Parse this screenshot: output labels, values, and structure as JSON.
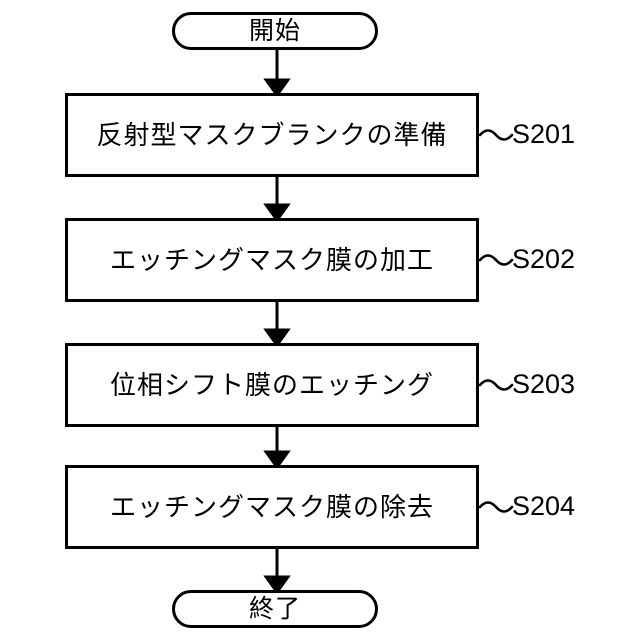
{
  "diagram": {
    "title": "reflective mask manufacturing process flowchart",
    "language": "ja",
    "background_color": "#ffffff",
    "line_color": "#000000",
    "terminals": {
      "start": {
        "label": "開始",
        "shape": "rounded-terminal"
      },
      "end": {
        "label": "終了",
        "shape": "rounded-terminal"
      }
    },
    "steps": [
      {
        "id": "S201",
        "label": "反射型マスクブランクの準備",
        "ref": "S201",
        "connector": "tilde"
      },
      {
        "id": "S202",
        "label": "エッチングマスク膜の加工",
        "ref": "S202",
        "connector": "tilde"
      },
      {
        "id": "S203",
        "label": "位相シフト膜のエッチング",
        "ref": "S203",
        "connector": "tilde"
      },
      {
        "id": "S204",
        "label": "エッチングマスク膜の除去",
        "ref": "S204",
        "connector": "tilde"
      }
    ],
    "connectors": [
      {
        "name": "arrow-start-to-s201",
        "from": "start",
        "to": "S201"
      },
      {
        "name": "arrow-s201-to-s202",
        "from": "S201",
        "to": "S202"
      },
      {
        "name": "arrow-s202-to-s203",
        "from": "S202",
        "to": "S203"
      },
      {
        "name": "arrow-s203-to-s204",
        "from": "S203",
        "to": "S204"
      },
      {
        "name": "arrow-s204-to-end",
        "from": "S204",
        "to": "end"
      }
    ]
  }
}
